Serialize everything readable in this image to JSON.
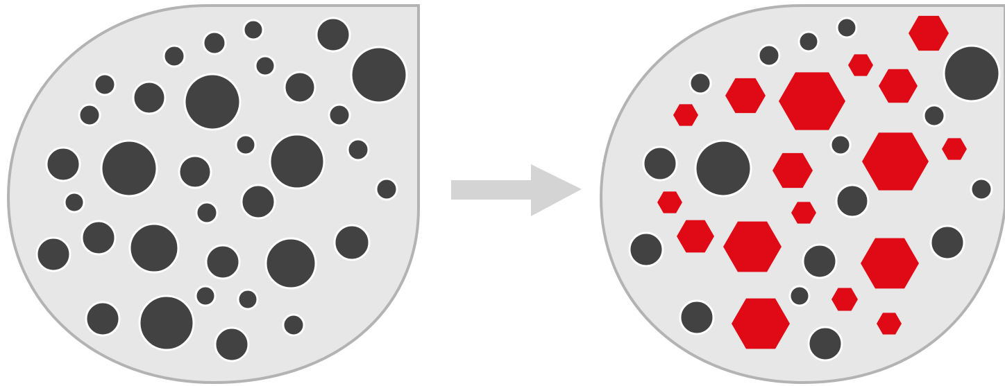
{
  "diagram": {
    "colors": {
      "background": "#ffffff",
      "container_fill": "#e7e7e7",
      "container_stroke": "#b3b3b3",
      "particle": "#424242",
      "particle_outline": "#ffffff",
      "transformed_particle": "#e00a16",
      "arrow": "#d4d4d4"
    },
    "panels": [
      {
        "name": "before",
        "container_shape": "teardrop-with-square-corner-top-right",
        "particle_shape": "circle"
      },
      {
        "name": "after",
        "container_shape": "teardrop-with-square-corner-top-right",
        "particle_shapes": [
          "circle",
          "hexagon"
        ]
      }
    ],
    "connector": {
      "icon": "right-arrow-icon",
      "direction": "left-to-right"
    }
  }
}
